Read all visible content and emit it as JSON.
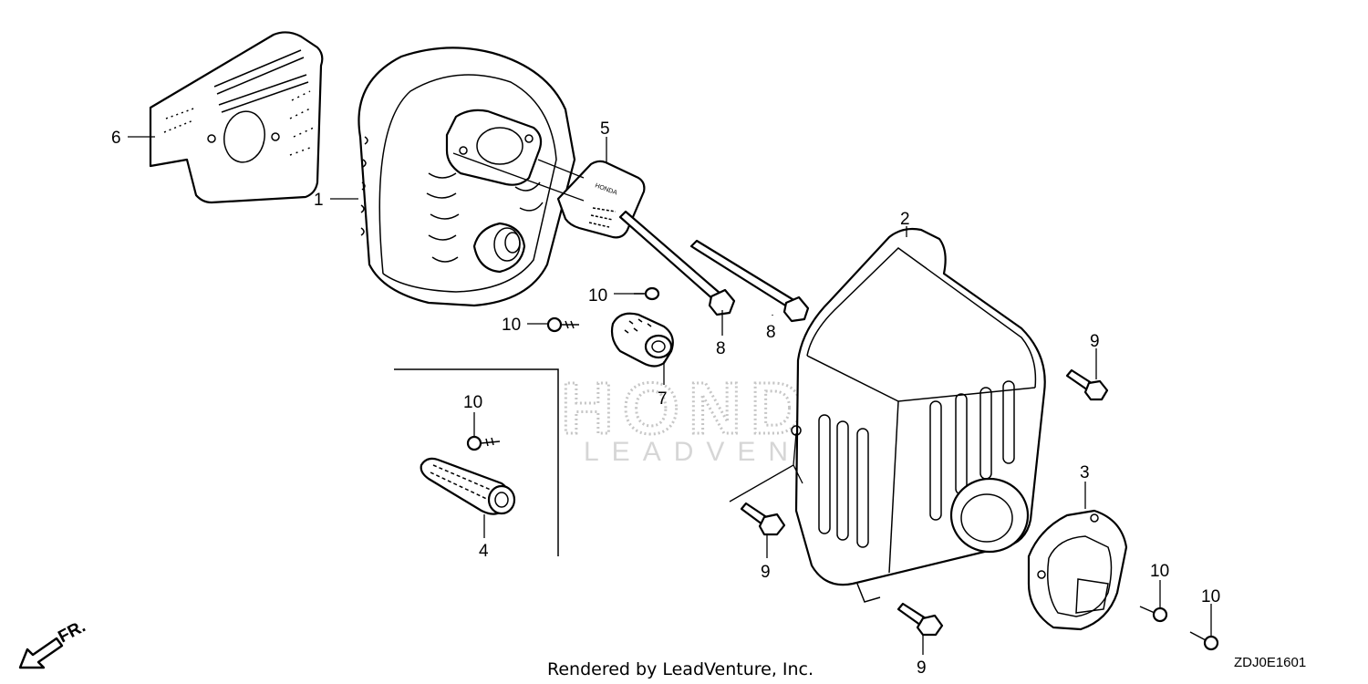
{
  "watermark": {
    "brand": "HONDA",
    "sub": "LEADVENTURE"
  },
  "callouts": [
    {
      "id": "c6",
      "label": "6"
    },
    {
      "id": "c1",
      "label": "1"
    },
    {
      "id": "c5",
      "label": "5"
    },
    {
      "id": "c2",
      "label": "2"
    },
    {
      "id": "c10a",
      "label": "10"
    },
    {
      "id": "c10b",
      "label": "10"
    },
    {
      "id": "c8a",
      "label": "8"
    },
    {
      "id": "c8b",
      "label": "8"
    },
    {
      "id": "c7",
      "label": "7"
    },
    {
      "id": "c9a",
      "label": "9"
    },
    {
      "id": "c10c",
      "label": "10"
    },
    {
      "id": "c4",
      "label": "4"
    },
    {
      "id": "c3",
      "label": "3"
    },
    {
      "id": "c9b",
      "label": "9"
    },
    {
      "id": "c10d",
      "label": "10"
    },
    {
      "id": "c10e",
      "label": "10"
    },
    {
      "id": "c9c",
      "label": "9"
    }
  ],
  "direction": {
    "label": "FR."
  },
  "guard_label": "HONDA",
  "footer": {
    "credit": "Rendered by LeadVenture, Inc.",
    "diagram_code": "ZDJ0E1601"
  }
}
